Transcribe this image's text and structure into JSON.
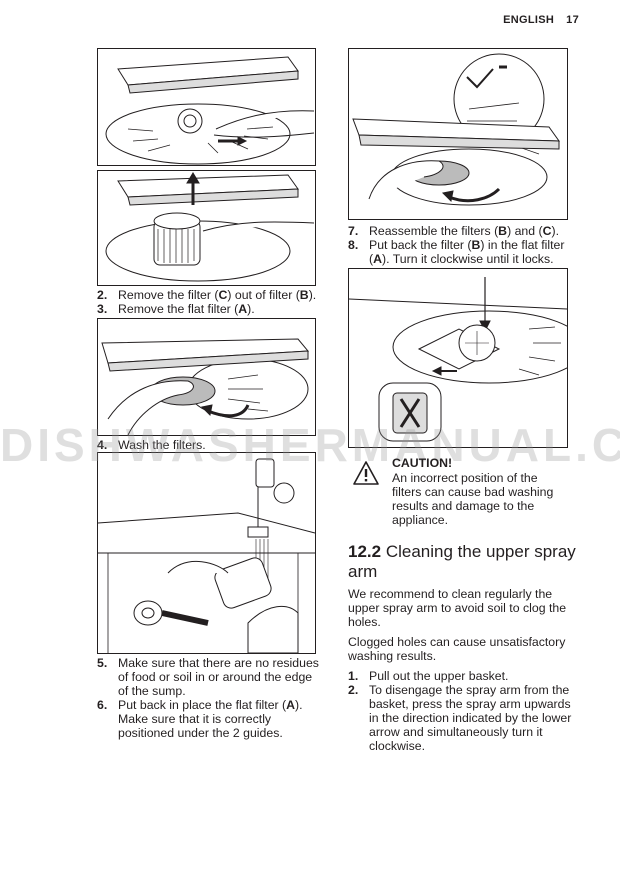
{
  "header": {
    "language": "ENGLISH",
    "page_number": "17"
  },
  "watermark": "DISHWASHERMANUAL.COM",
  "left_column": {
    "steps_a": [
      {
        "num": "2.",
        "parts": [
          "Remove the filter (",
          "C",
          ") out of filter (",
          "B",
          ")."
        ]
      },
      {
        "num": "3.",
        "parts": [
          "Remove the flat filter (",
          "A",
          ")."
        ]
      }
    ],
    "steps_b": [
      {
        "num": "4.",
        "parts": [
          "Wash the filters."
        ]
      }
    ],
    "steps_c": [
      {
        "num": "5.",
        "parts": [
          "Make sure that there are no residues of food or soil in or around the edge of the sump."
        ]
      },
      {
        "num": "6.",
        "parts": [
          "Put back in place the flat filter (",
          "A",
          "). Make sure that it is correctly positioned under the 2 guides."
        ]
      }
    ]
  },
  "right_column": {
    "steps_a": [
      {
        "num": "7.",
        "parts": [
          "Reassemble the filters (",
          "B",
          ") and (",
          "C",
          ")."
        ]
      },
      {
        "num": "8.",
        "parts": [
          "Put back the filter (",
          "B",
          ") in the flat filter (",
          "A",
          "). Turn it clockwise until it locks."
        ]
      }
    ],
    "caution": {
      "title": "CAUTION!",
      "text": "An incorrect position of the filters can cause bad washing results and damage to the appliance."
    },
    "section": {
      "number": "12.2",
      "title": "Cleaning the upper spray arm"
    },
    "para1": "We recommend to clean regularly the upper spray arm to avoid soil to clog the holes.",
    "para2": "Clogged holes can cause unsatisfactory washing results.",
    "steps_b": [
      {
        "num": "1.",
        "parts": [
          "Pull out the upper basket."
        ]
      },
      {
        "num": "2.",
        "parts": [
          "To disengage the spray arm from the basket, press the spray arm upwards in the direction indicated by the lower arrow and simultaneously turn it clockwise."
        ]
      }
    ]
  }
}
